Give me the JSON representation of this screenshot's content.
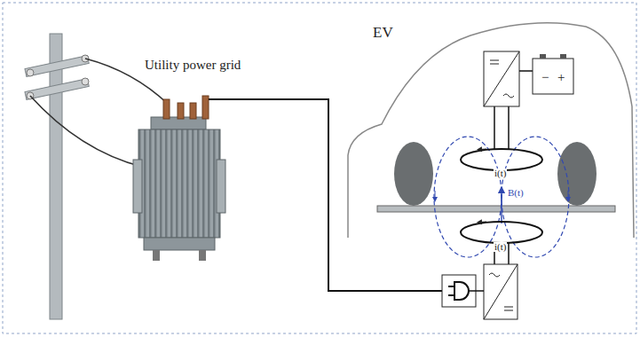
{
  "diagram": {
    "labels": [
      "Utility power grid",
      "EV",
      "i(t)",
      "i(t)",
      "B(t)",
      "−",
      "+"
    ]
  }
}
